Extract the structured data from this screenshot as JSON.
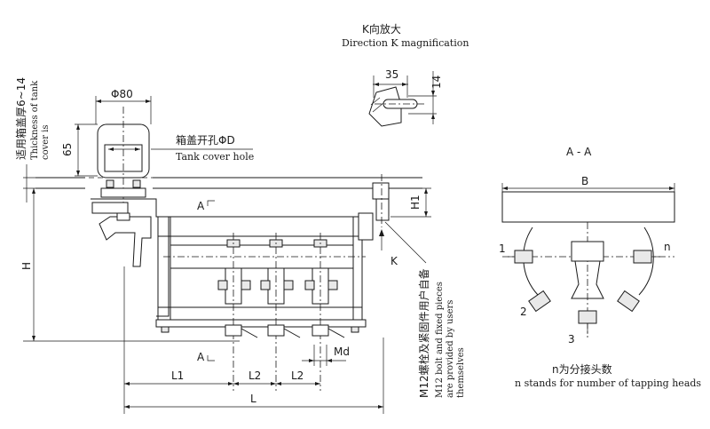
{
  "labels": {
    "k_title_cn": "K向放大",
    "k_title_en": "Direction K magnification",
    "dim_35": "35",
    "dim_14": "14",
    "phi80": "Φ80",
    "dim_65": "65",
    "tank_hole_cn": "箱盖开孔ΦD",
    "tank_hole_en": "Tank cover hole",
    "thickness_cn": "适用箱盖厚6~14",
    "thickness_en_1": "Thickness of tank",
    "thickness_en_2": "cover is",
    "h1": "H1",
    "a_upper": "A",
    "a_lower": "A",
    "k_arrow": "K",
    "h": "H",
    "md": "Md",
    "l1": "L1",
    "l2a": "L2",
    "l2b": "L2",
    "l": "L",
    "bolt_cn": "M12螺栓及紧固件用户自备",
    "bolt_en_1": "M12 bolt and fixed pieces",
    "bolt_en_2": "are provided by users",
    "bolt_en_3": "themselves",
    "section_title": "A - A",
    "b": "B",
    "n1": "1",
    "n2": "2",
    "n3": "3",
    "nn": "n",
    "taps_cn": "n为分接头数",
    "taps_en": "n stands for number of tapping heads"
  }
}
